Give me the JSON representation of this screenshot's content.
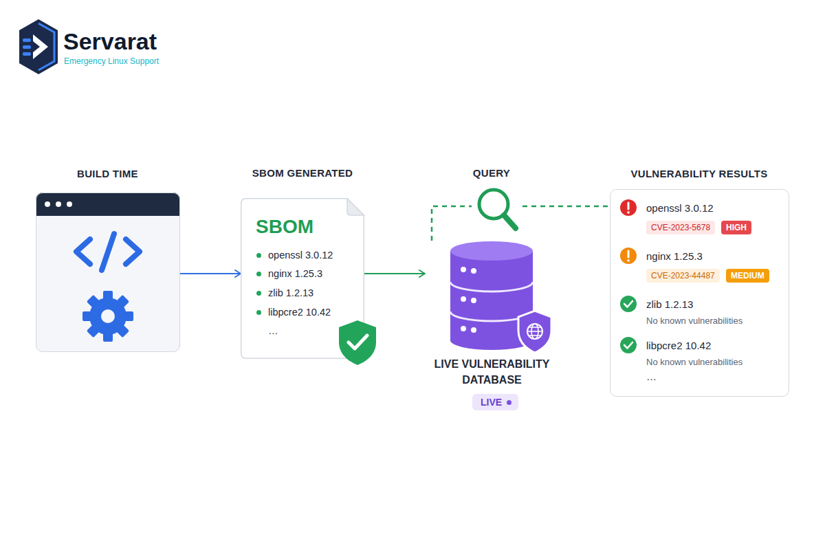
{
  "diagram": {
    "nodes": [
      {
        "text": [
          "BUILD TIME"
        ]
      },
      {
        "text": [
          "SBOM GENERATED",
          "SBOM",
          "openssl 3.0.12",
          "nginx 1.25.3",
          "zlib 1.2.13",
          "libpcre2 10.42",
          "…"
        ]
      },
      {
        "text": [
          "LIVE VULNERABILITY DATABASE"
        ]
      },
      {
        "text": [
          "LIVE"
        ],
        "in": 2
      },
      {
        "text": [
          "VULNERABILITY RESULTS",
          "openssl 3.0.12",
          "nginx 1.25.3",
          "zlib 1.2.13",
          "No known vulnerabilities",
          "libpcre2 10.42",
          "No known vulnerabilities",
          "…"
        ]
      },
      {
        "text": [
          "CVE-2023-5678"
        ],
        "in": 4
      },
      {
        "text": [
          "HIGH"
        ],
        "in": 4
      },
      {
        "text": [
          "CVE-2023-44487"
        ],
        "in": 4
      },
      {
        "text": [
          "MEDIUM"
        ],
        "in": 4
      }
    ],
    "edges": [
      {
        "from": 0,
        "to": 1,
        "arrow": "to"
      },
      {
        "from": 1,
        "to": 2,
        "arrow": "to"
      },
      {
        "from": 2,
        "to": 4,
        "arrow": "none"
      }
    ],
    "labels": [
      "Servarat",
      "Emergency Linux Support",
      "QUERY"
    ]
  }
}
